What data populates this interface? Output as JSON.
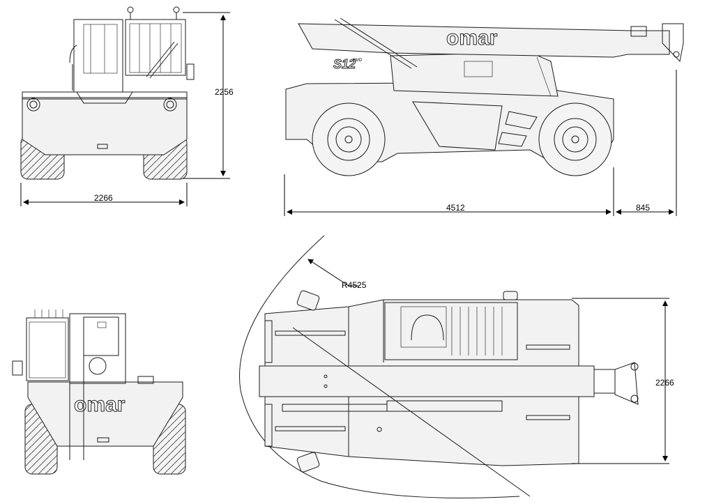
{
  "dimensions": {
    "front_height": "2256",
    "front_width": "2266",
    "side_wheelbase_length": "4512",
    "side_boom_overhang": "845",
    "top_radius": "R4525",
    "top_width": "2266"
  },
  "branding": {
    "logo_side": "omar",
    "logo_rear": "omar",
    "model_badge": "S12",
    "model_suffix": "evo"
  }
}
